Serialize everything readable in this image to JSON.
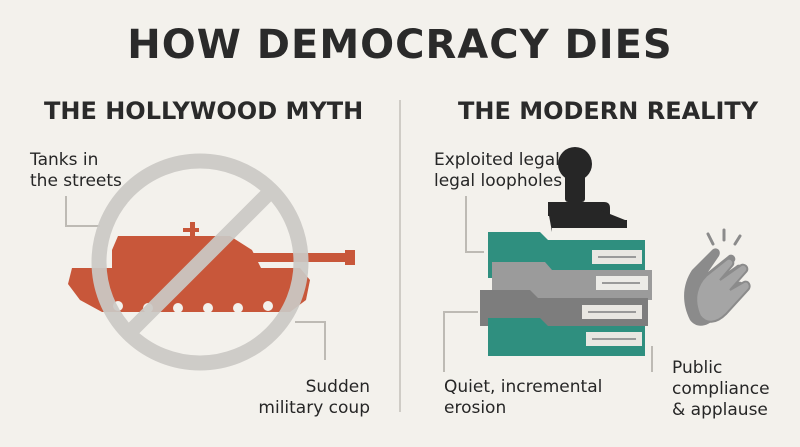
{
  "title": "HOW DEMOCRACY DIES",
  "left": {
    "heading": "THE HOLLYWOOD MYTH",
    "labels": {
      "tanks": "Tanks in\nthe streets",
      "coup": "Sudden\nmilitary coup"
    }
  },
  "right": {
    "heading": "THE MODERN REALITY",
    "labels": {
      "legal": "Exploited legal\nlegal loopholes",
      "quiet": "Quiet, incremental\nerosion",
      "public": "Public\ncompliance\n& applause"
    }
  },
  "colors": {
    "tank": "#c8573a",
    "prohibition": "#cbc9c5",
    "folder_teal": "#2f8f7f",
    "folder_gray": "#7d7d7d",
    "stamp": "#262626",
    "hands": "#8b8b8b"
  },
  "icons": [
    "tank-icon",
    "no-sign-icon",
    "rubber-stamp-icon",
    "folder-stack-icon",
    "clapping-hands-icon"
  ]
}
